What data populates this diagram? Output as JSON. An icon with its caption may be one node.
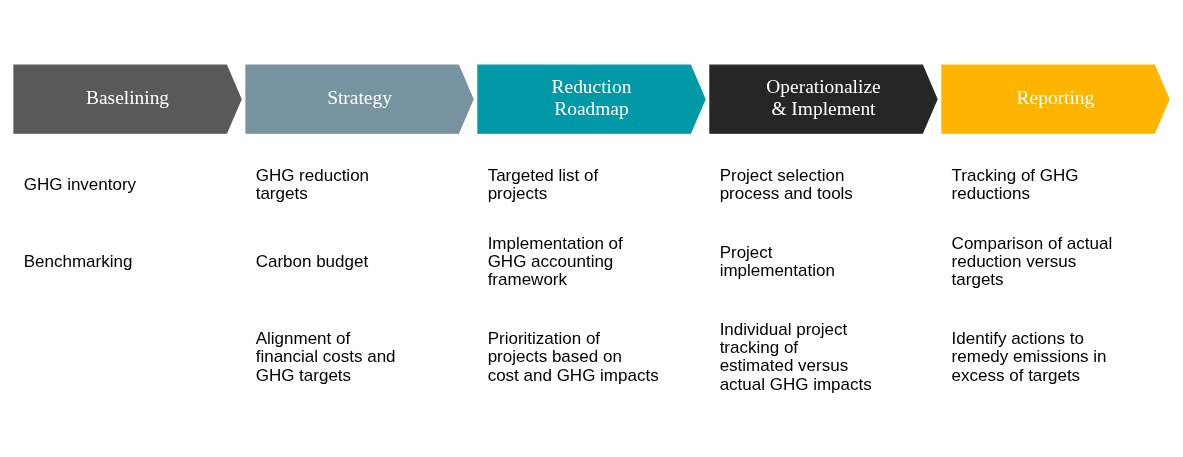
{
  "diagram": {
    "nodes": [
      {
        "text": [
          "Baselining"
        ],
        "beside": [
          "GHG inventory",
          "Benchmarking"
        ]
      },
      {
        "text": [
          "Strategy"
        ],
        "beside": [
          "GHG reduction targets",
          "Carbon budget",
          "Alignment of financial costs and GHG targets"
        ]
      },
      {
        "text": [
          "Reduction Roadmap"
        ],
        "beside": [
          "Targeted list of projects",
          "Implementation of GHG accounting framework",
          "Prioritization of projects based on cost and GHG impacts"
        ]
      },
      {
        "text": [
          "Operationalize & Implement"
        ],
        "beside": [
          "Project selection process and tools",
          "Project implementation",
          "Individual project tracking of estimated versus actual GHG impacts"
        ]
      },
      {
        "text": [
          "Reporting"
        ],
        "beside": [
          "Tracking of GHG reductions",
          "Comparison of actual reduction versus targets",
          "Identify actions to remedy emissions in excess of targets"
        ]
      }
    ],
    "edges": []
  }
}
